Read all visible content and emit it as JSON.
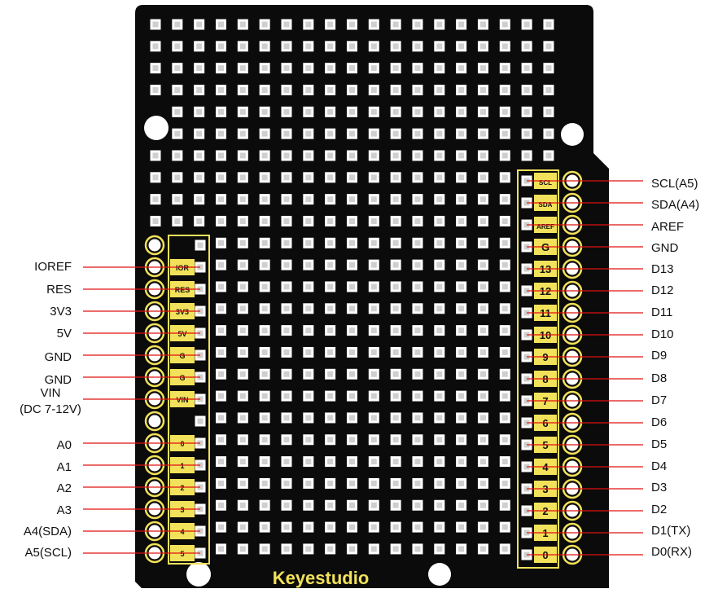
{
  "board": {
    "brand": "Keyestudio",
    "colors": {
      "pcb": "#0b0b0b",
      "silkscreen": "#f2e15a",
      "pad": "#ffffff",
      "leader": "#e01010"
    }
  },
  "left_pins": [
    {
      "label": "IOREF",
      "silk": "IOR"
    },
    {
      "label": "RES",
      "silk": "RES"
    },
    {
      "label": "3V3",
      "silk": "3V3"
    },
    {
      "label": "5V",
      "silk": "5V"
    },
    {
      "label": "GND",
      "silk": "G"
    },
    {
      "label": "GND",
      "silk": "G"
    },
    {
      "label": "VIN",
      "label2": "(DC 7-12V)",
      "silk": "VIN"
    },
    {
      "label": "A0",
      "silk": "0"
    },
    {
      "label": "A1",
      "silk": "1"
    },
    {
      "label": "A2",
      "silk": "2"
    },
    {
      "label": "A3",
      "silk": "3"
    },
    {
      "label": "A4(SDA)",
      "silk": "4"
    },
    {
      "label": "A5(SCL)",
      "silk": "5"
    }
  ],
  "right_pins": [
    {
      "label": "SCL(A5)",
      "silk": "SCL"
    },
    {
      "label": "SDA(A4)",
      "silk": "SDA"
    },
    {
      "label": "AREF",
      "silk": "AREF"
    },
    {
      "label": "GND",
      "silk": "G"
    },
    {
      "label": "D13",
      "silk": "13"
    },
    {
      "label": "D12",
      "silk": "12"
    },
    {
      "label": "D11",
      "silk": "11"
    },
    {
      "label": "D10",
      "silk": "10"
    },
    {
      "label": "D9",
      "silk": "9"
    },
    {
      "label": "D8",
      "silk": "8"
    },
    {
      "label": "D7",
      "silk": "7"
    },
    {
      "label": "D6",
      "silk": "6"
    },
    {
      "label": "D5",
      "silk": "5"
    },
    {
      "label": "D4",
      "silk": "4"
    },
    {
      "label": "D3",
      "silk": "3"
    },
    {
      "label": "D2",
      "silk": "2"
    },
    {
      "label": "D1(TX)",
      "silk": "1"
    },
    {
      "label": "D0(RX)",
      "silk": "0"
    }
  ]
}
